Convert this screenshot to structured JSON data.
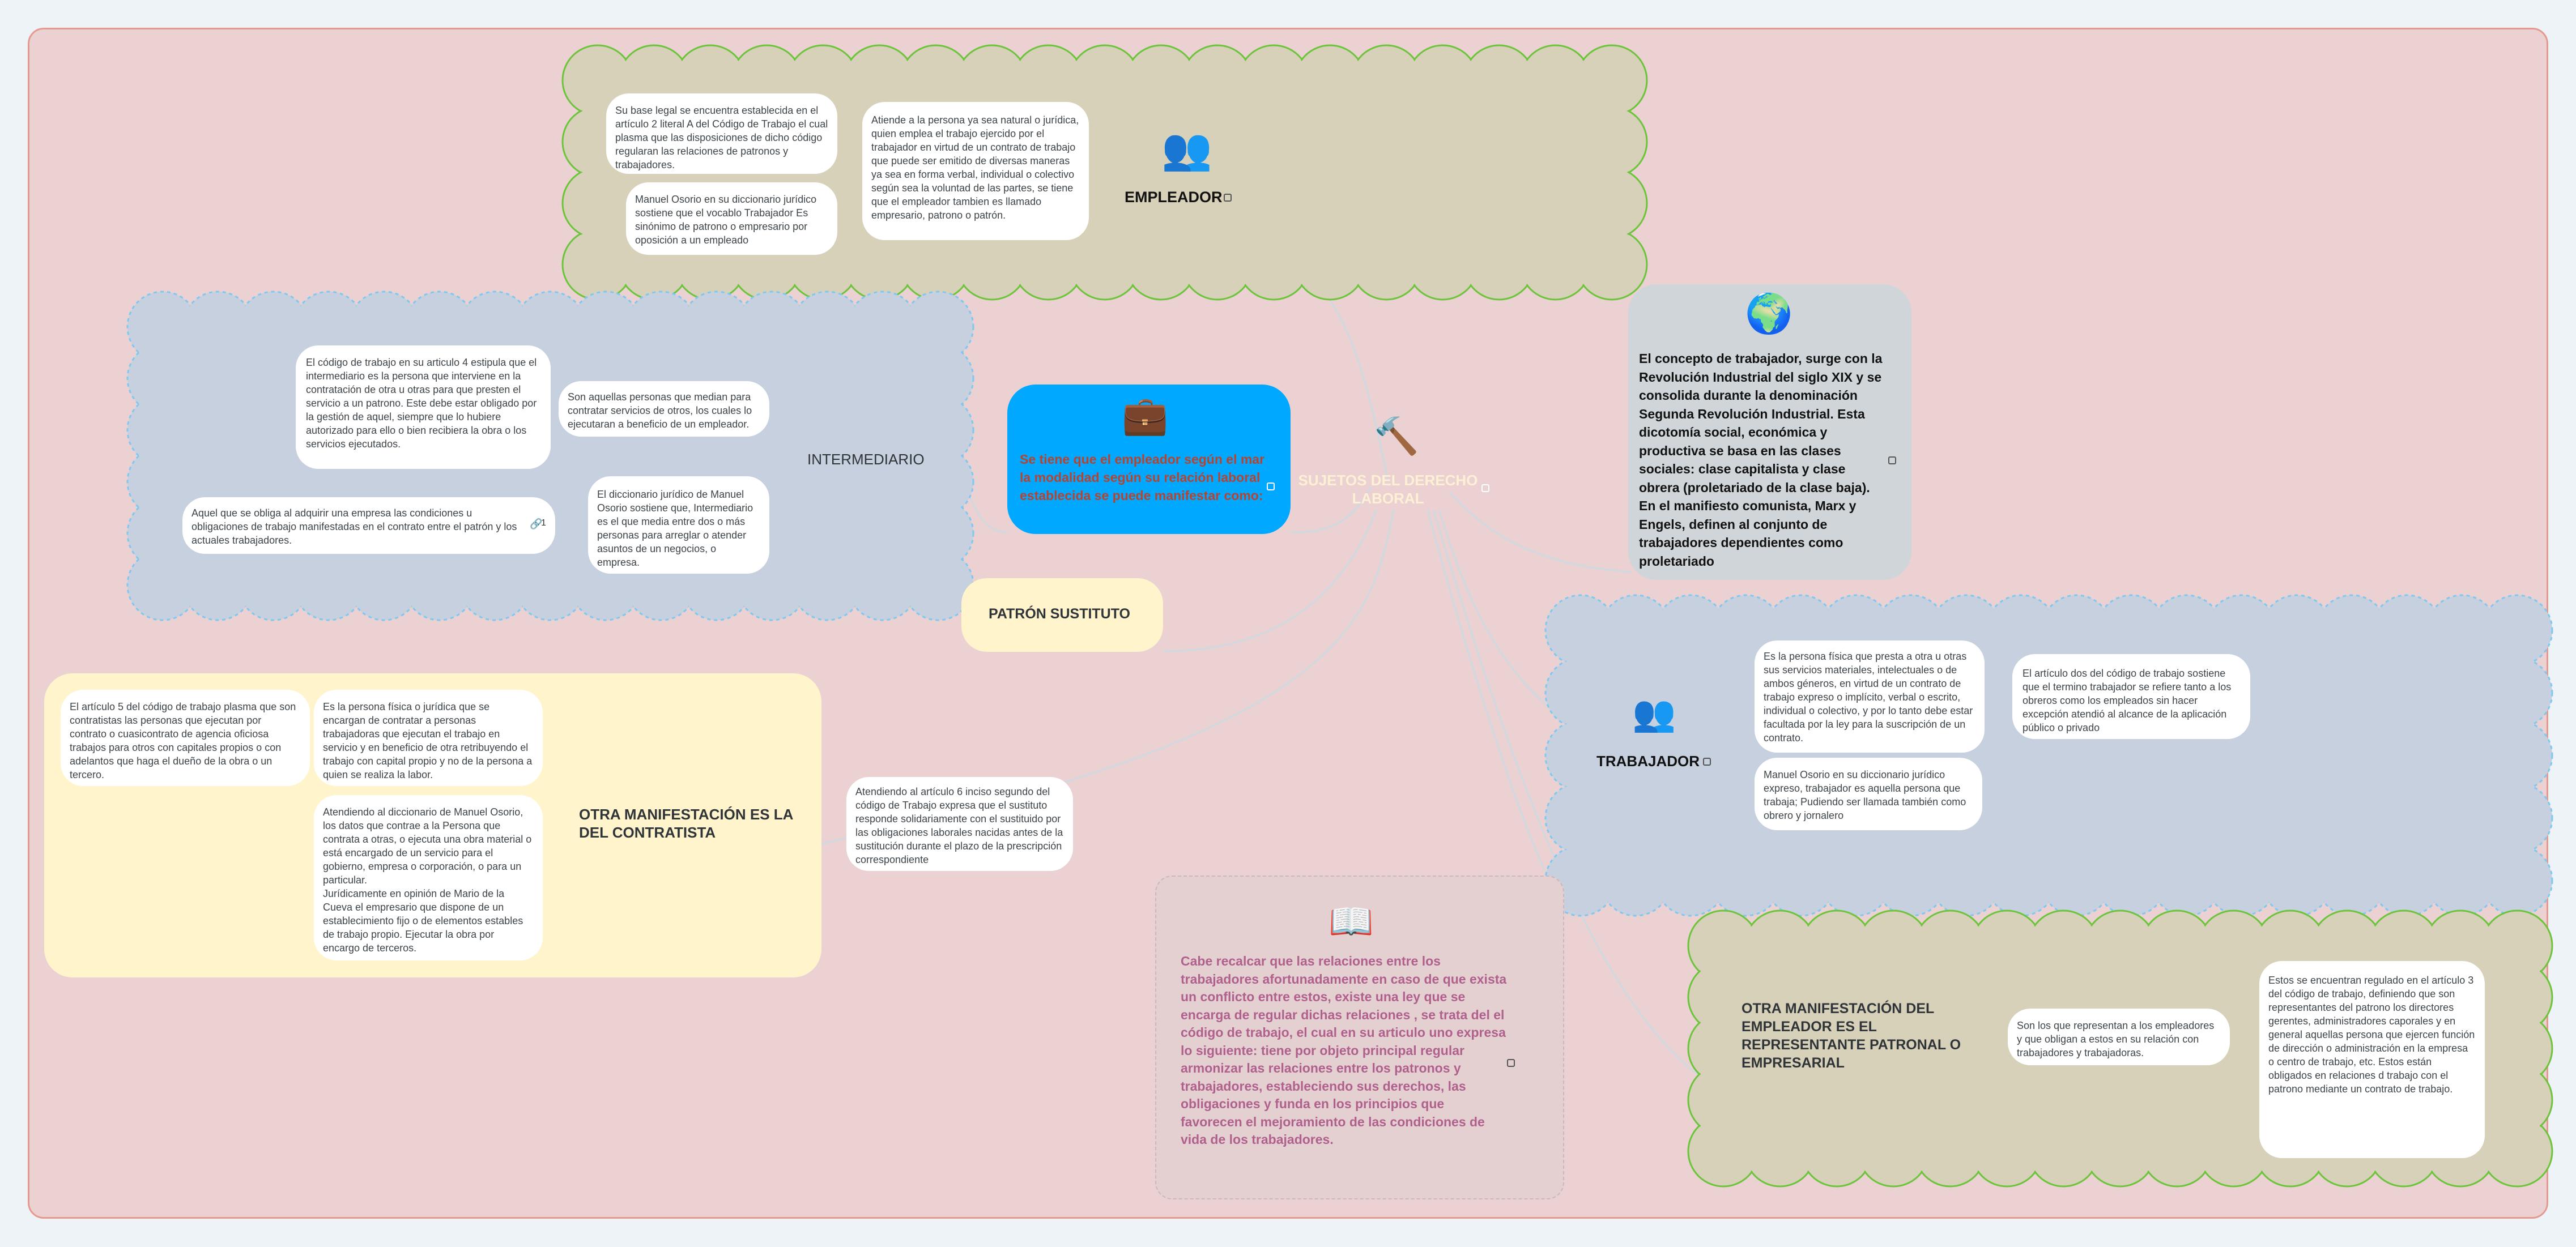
{
  "colors": {
    "canvas_bg": "#ebd1d2",
    "canvas_border": "#e59a90",
    "beige_cloud": "#d8d1b9",
    "green_border": "#6cc43b",
    "blue_cloud": "#c6d0de",
    "blue_border": "#7fc8f0",
    "blue_node": "#00a8ff",
    "yellow_node": "#fff4cc",
    "center_text": "#fdf0d5",
    "red_text": "#b8432f",
    "pink_text": "#b0608c"
  },
  "center": {
    "title": "SUJETOS DEL DERECHO LABORAL",
    "icon": "gavel-icon"
  },
  "empleador": {
    "label": "EMPLEADOR",
    "icon": "people-icon",
    "items": [
      "Su base legal se encuentra establecida en el artículo 2 literal A del Código de Trabajo el cual plasma que las disposiciones de dicho código regularan las relaciones de patronos y trabajadores.",
      "Manuel Osorio en su diccionario jurídico sostiene que el vocablo Trabajador Es sinónimo de patrono o empresario por oposición a un empleado",
      "Atiende a la persona ya sea natural o jurídica, quien emplea el trabajo ejercido por el trabajador en virtud de un contrato de trabajo que puede ser emitido de diversas maneras ya sea en forma verbal, individual o colectivo según sea la voluntad de las partes, se tiene que el empleador tambien es llamado  empresario, patrono  o patrón."
    ]
  },
  "intermediario": {
    "label": "INTERMEDIARIO",
    "items": [
      "El código de trabajo en su articulo 4  estipula que el intermediario es la persona  que interviene en la contratación  de otra u otras para que presten el servicio a  un patrono. Este debe estar obligado por la  gestión de aquel, siempre que lo hubiere  autorizado para ello o bien recibiera la obra  o los servicios ejecutados.",
      "Son aquellas personas que median para contratar servicios de otros, los cuales lo ejecutaran a beneficio de un empleador.",
      "Aquel que se obliga al adquirir una empresa las condiciones u obligaciones de trabajo manifestadas en el contrato entre el patrón y los actuales trabajadores.",
      "El diccionario jurídico de Manuel Osorio sostiene que, Intermediario es el que media entre dos o más personas para arreglar o atender asuntos de un negocios, o empresa."
    ],
    "link_count": "1"
  },
  "modalidad": {
    "icon": "briefcase-icon",
    "text": "Se tiene que el empleador según el mar la modalidad según su  relación laboral establecida se  puede manifestar como:"
  },
  "concepto": {
    "icon": "globe-icon",
    "text": "El concepto de trabajador, surge con la Revolución Industrial del siglo XIX y se consolida durante  la denominación Segunda  Revolución Industrial. Esta  dicotomía social, económica y  productiva se basa en las clases  sociales: clase capitalista y clase  obrera (proletariado de la clase  baja). En el manifiesto comunista, Marx y Engels, definen al conjunto de trabajadores dependientes como proletariado"
  },
  "trabajador": {
    "label": "TRABAJADOR",
    "icon": "worker-icon",
    "items": [
      "Es la persona física que presta a otra u otras sus servicios materiales, intelectuales o de ambos géneros, en virtud de un contrato de trabajo expreso o implícito, verbal o escrito, individual o colectivo, y por lo tanto debe estar facultada por la ley para la suscripción de un contrato.",
      "Manuel Osorio en su diccionario jurídico expreso, trabajador es aquella persona que trabaja; Pudiendo ser llamada también como obrero y jornalero",
      "El artículo dos del código de trabajo sostiene que el termino trabajador se refiere tanto a los obreros como los empleados sin hacer excepción  atendió al alcance de la  aplicación público o privado"
    ]
  },
  "patron_sustituto": {
    "label": "PATRÓN SUSTITUTO",
    "item": "Atendiendo al artículo 6 inciso segundo del código de Trabajo expresa que el sustituto responde solidariamente con el sustituido por las obligaciones laborales nacidas antes de la sustitución durante el plazo de la prescripción correspondiente"
  },
  "contratista": {
    "label": "OTRA MANIFESTACIÓN ES LA DEL CONTRATISTA",
    "items": [
      "El artículo 5 del código de trabajo plasma que son contratistas  las personas que ejecutan por contrato o cuasicontrato de agencia oficiosa trabajos para otros con capitales propios o con adelantos que haga el dueño de la obra o un tercero.",
      "Es la persona física o jurídica que se encargan de contratar a personas trabajadoras que ejecutan el trabajo en servicio y en beneficio de otra retribuyendo el trabajo con capital propio y no de la persona a quien se realiza la labor.",
      "Atendiendo al diccionario de Manuel Osorio, los datos que contrae a la  Persona que contrata a otras, o ejecuta una  obra material o está encargado de un  servicio para el gobierno, empresa o  corporación, o para un particular.\nJurídicamente en opinión de Mario de la Cueva el empresario que dispone de un establecimiento fijo o de elementos estables de trabajo propio. Ejecutar la obra por encargo de terceros."
    ]
  },
  "ley": {
    "icon": "book-icon",
    "text": "Cabe recalcar que las relaciones entre los trabajadores afortunadamente en caso de que exista un conflicto entre estos, existe una ley que se encarga de regular dichas relaciones  , se trata del el código de trabajo,  el cual en su articulo uno expresa lo siguiente:  tiene por objeto principal regular armonizar  las relaciones entre los patronos y  trabajadores, estableciendo sus derechos, las  obligaciones y funda en los principios que  favorecen el mejoramiento de las condiciones  de vida de los trabajadores."
  },
  "representante": {
    "label": "OTRA MANIFESTACIÓN DEL EMPLEADOR ES EL REPRESENTANTE PATRONAL O EMPRESARIAL",
    "items": [
      "Son los que representan a los empleadores y que obligan a estos en su relación con trabajadores y trabajadoras.",
      "Estos se encuentran regulado en el artículo 3 del código de trabajo, definiendo que son representantes del patrono los directores gerentes, administradores caporales y en general aquellas persona que ejercen función de dirección o administración en la empresa  o centro de trabajo, etc. Estos están obligados en relaciones d trabajo con el patrono mediante un contrato de trabajo."
    ]
  }
}
